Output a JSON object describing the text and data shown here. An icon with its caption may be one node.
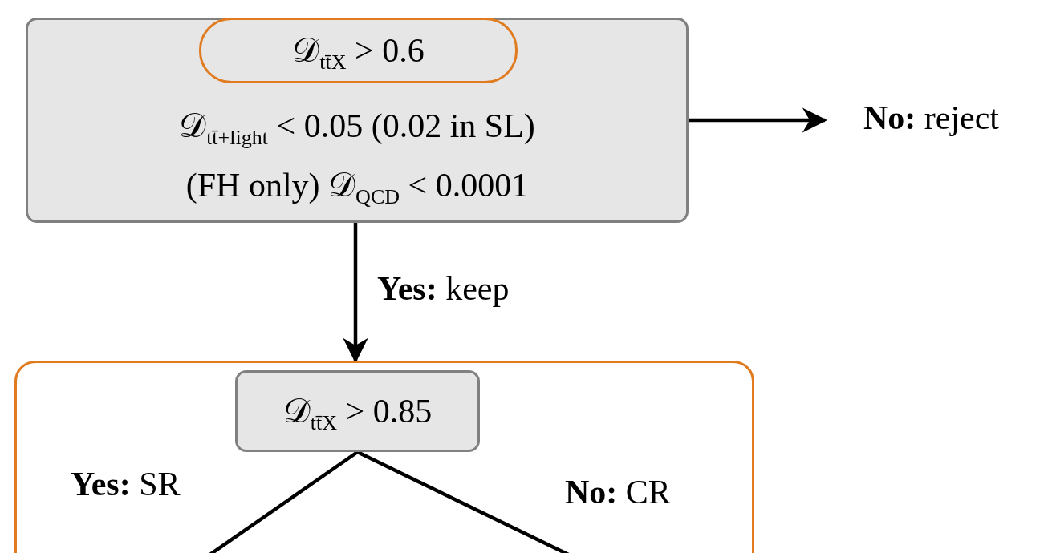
{
  "diagram": {
    "nodes": [
      {
        "text": [
          "𝒟$_{tt̄+light}$ < 0.05 (0.02 in SL)",
          "(FH only) 𝒟$_{QCD}$ < 0.0001"
        ]
      },
      {
        "text": [
          "𝒟$_{tt̄X}$ > 0.6"
        ],
        "in": 0
      },
      {
        "text": [
          "**No:** reject"
        ]
      },
      {
        "text": [],
        "shape": "box"
      },
      {
        "text": [
          "𝒟$_{tt̄X}$ > 0.85"
        ],
        "in": 3
      }
    ],
    "edges": [
      {
        "from": 0,
        "to": 2,
        "arrow": "to"
      },
      {
        "from": 0,
        "to": 3,
        "arrow": "to",
        "label": "**Yes:** keep"
      },
      {
        "from": 4,
        "to": null,
        "arrow": "none",
        "label": "**Yes:** SR"
      },
      {
        "from": 4,
        "to": null,
        "arrow": "none",
        "label": "**No:** CR"
      }
    ]
  }
}
